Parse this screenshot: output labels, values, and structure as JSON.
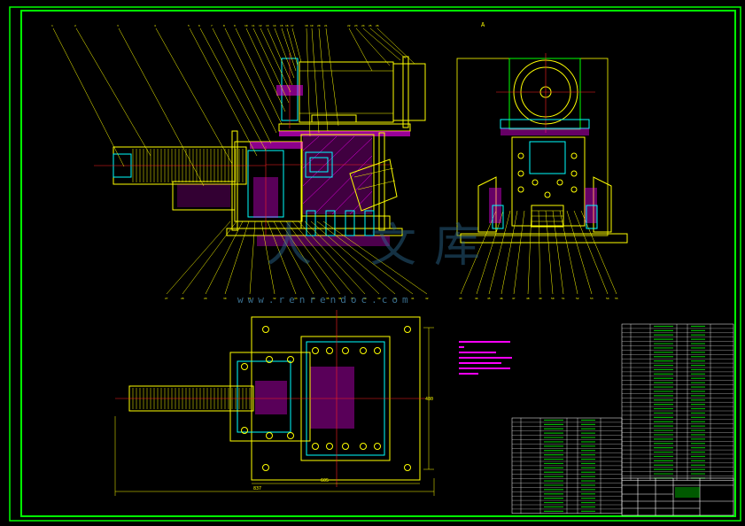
{
  "drawing": {
    "background": "#000000",
    "frame_color": "#00ff00",
    "line_color": "#ffff00",
    "hatch_color": "#ff00ff",
    "detail_color": "#00ffff",
    "white_color": "#ffffff",
    "red_color": "#ff2020"
  },
  "watermark": {
    "text": "www.renrendoc.com",
    "glyph_1": "人",
    "glyph_2": "文",
    "glyph_3": "库"
  },
  "top_labels": [
    "1",
    "2",
    "3",
    "4",
    "5",
    "6",
    "7",
    "8",
    "9",
    "10",
    "11",
    "12",
    "13",
    "14",
    "15",
    "16",
    "17",
    "18",
    "19",
    "20",
    "21",
    "22",
    "23",
    "24",
    "25",
    "26"
  ],
  "bottom_labels": [
    "27",
    "28",
    "29",
    "30",
    "31",
    "32",
    "33",
    "34",
    "35",
    "36",
    "37",
    "38",
    "39",
    "40",
    "41",
    "42",
    "43",
    "44",
    "45",
    "46",
    "47",
    "48",
    "49",
    "50",
    "51",
    "52",
    "53",
    "54",
    "55"
  ],
  "section_mark": "A",
  "tech_notes_color": "#ff00ff",
  "dims": {
    "width_total": "837",
    "width_inner": "605",
    "height": "480"
  }
}
